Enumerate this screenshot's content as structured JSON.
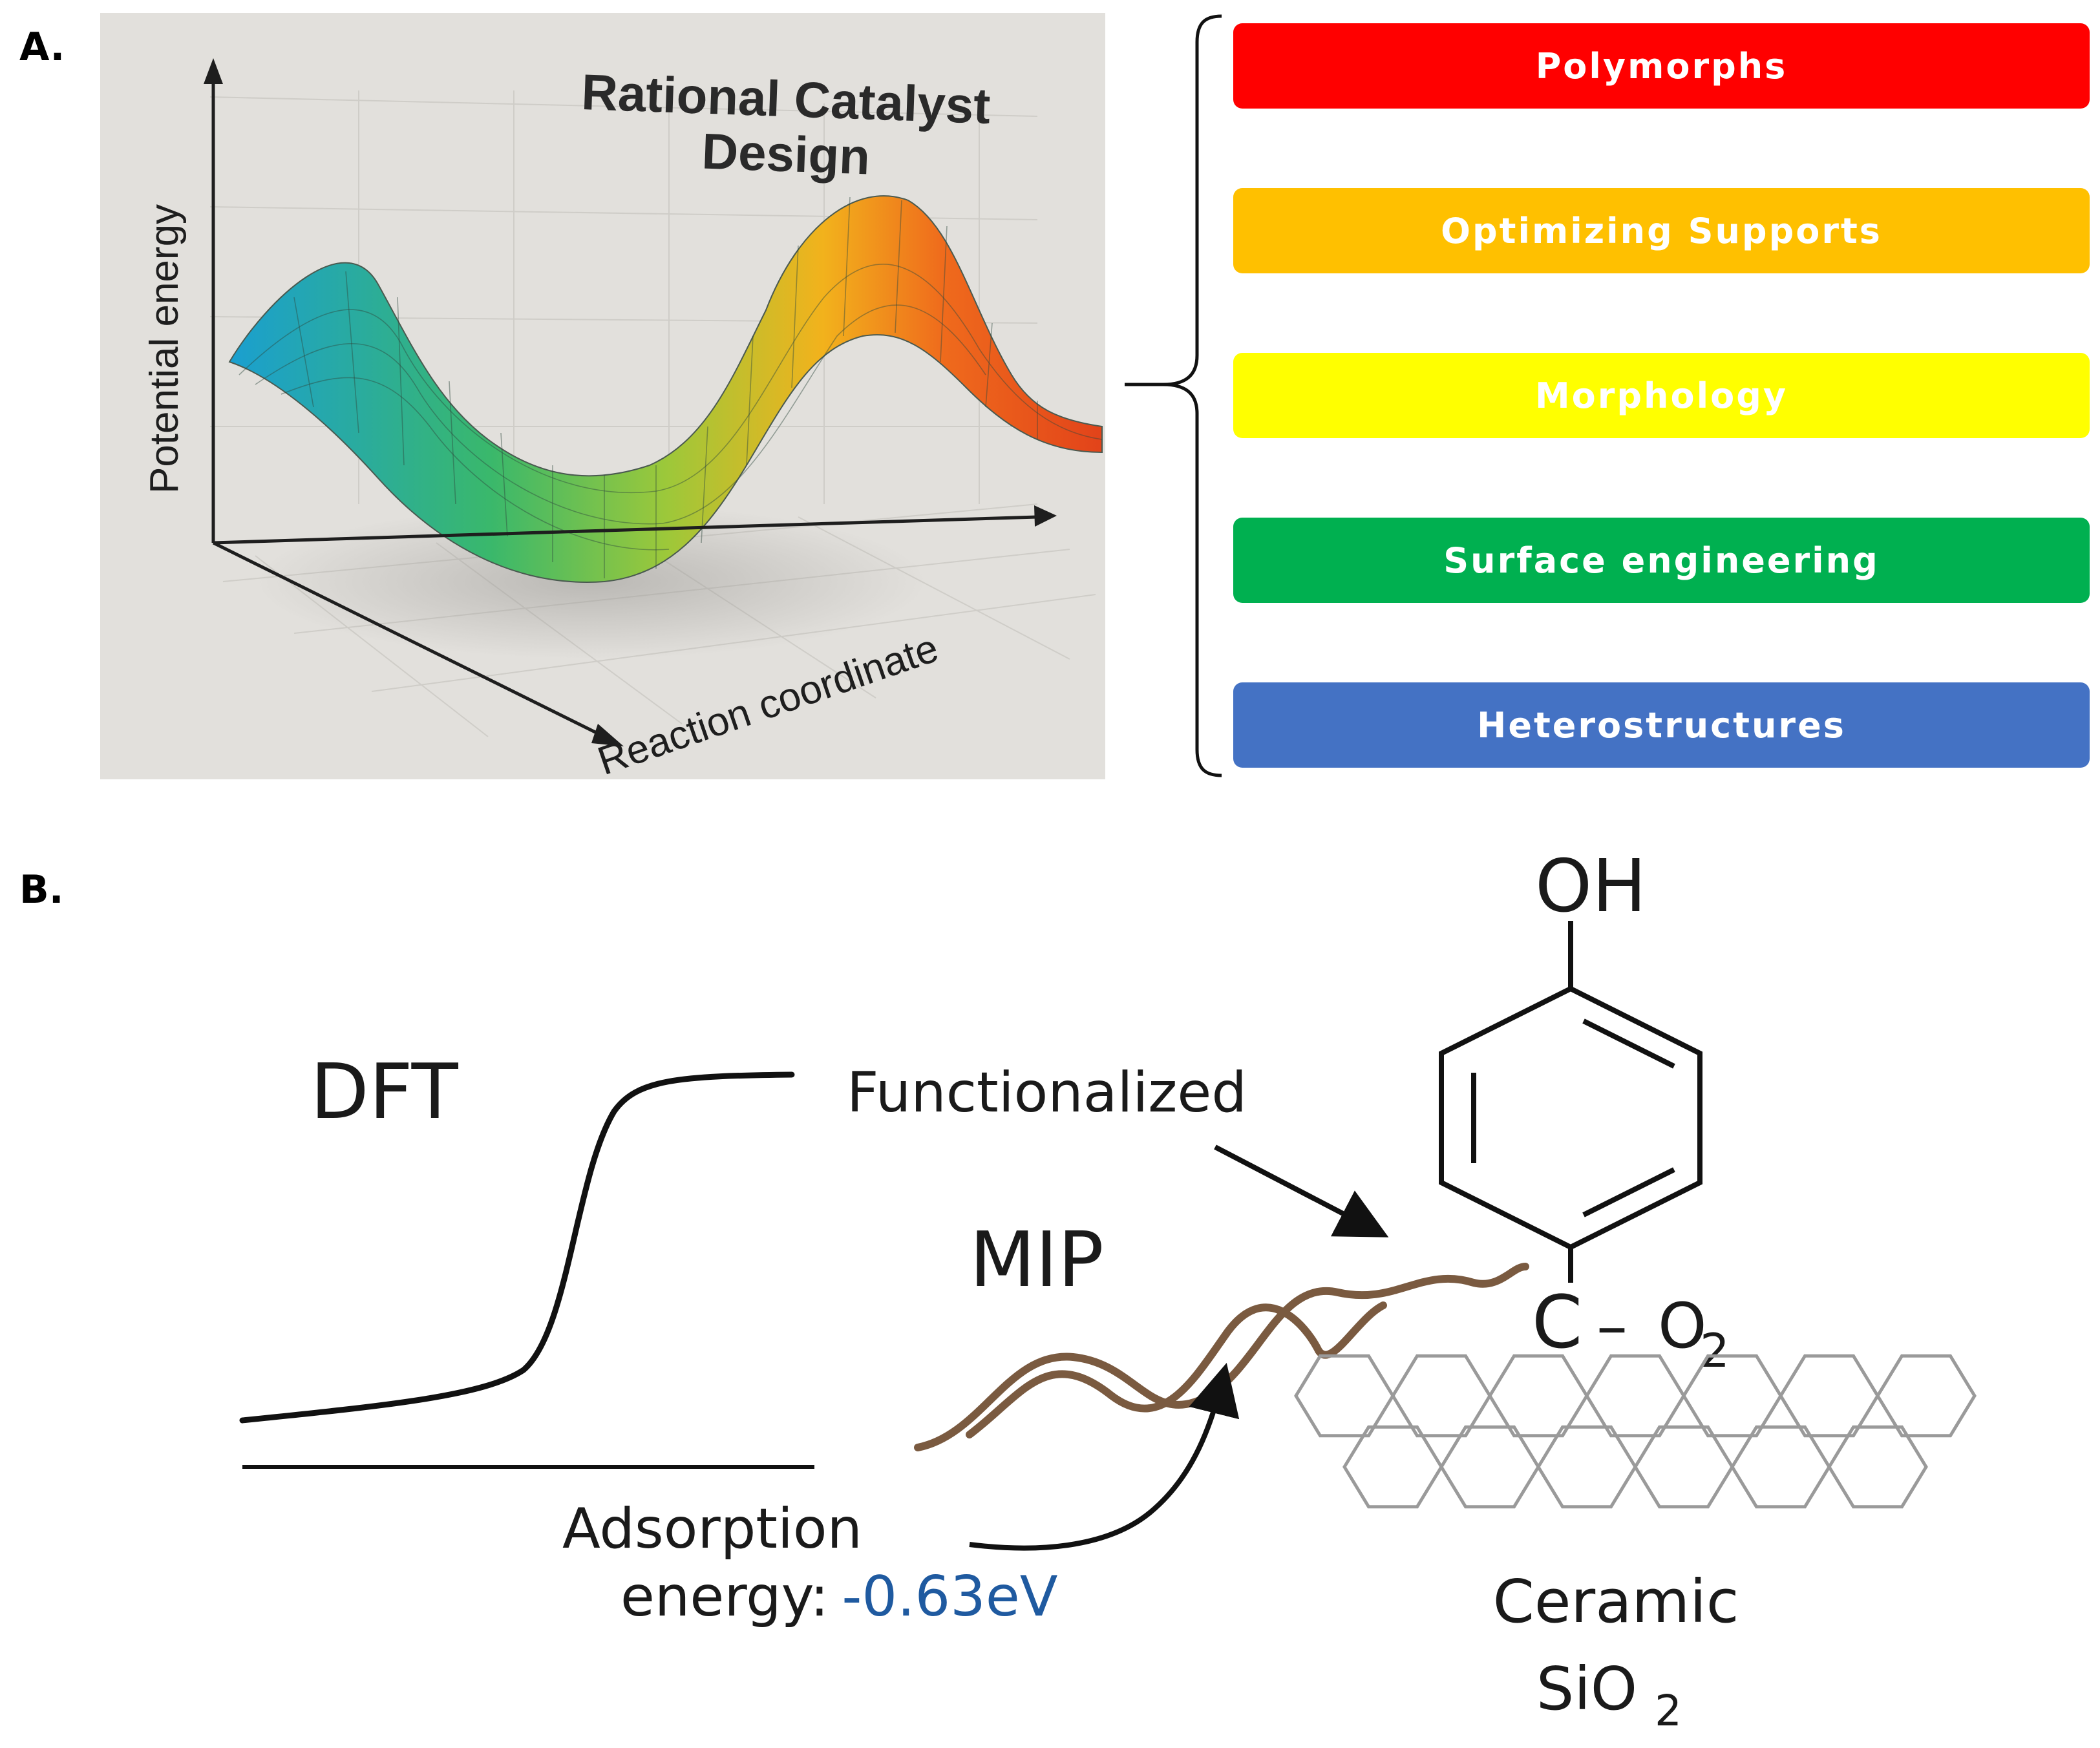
{
  "panel_a": {
    "label": "A.",
    "title_line1": "Rational Catalyst",
    "title_line2": "Design",
    "y_axis_label": "Potential energy",
    "x_axis_label": "Reaction coordinate",
    "surface_colors": [
      "#1a9fd0",
      "#3ab86b",
      "#9cc83a",
      "#f2b21c",
      "#ef6a1c",
      "#e2431a"
    ]
  },
  "categories": [
    {
      "label": "Polymorphs",
      "color": "#ff0000"
    },
    {
      "label": "Optimizing Supports",
      "color": "#ffc000"
    },
    {
      "label": "Morphology",
      "color": "#ffff00"
    },
    {
      "label": "Surface engineering",
      "color": "#00b050"
    },
    {
      "label": "Heterostructures",
      "color": "#4472c4"
    }
  ],
  "panel_b": {
    "label": "B.",
    "dft_label": "DFT",
    "mip_label": "MIP",
    "functionalized_label": "Functionalized",
    "oh_label": "OH",
    "c_label": "C",
    "dash": "–",
    "o2_label": "O",
    "o2_sub": "2",
    "adsorption_line1": "Adsorption",
    "adsorption_line2_prefix": "energy:",
    "adsorption_value": "-0.63eV",
    "ceramic_line1": "Ceramic",
    "sio2_main": "SiO",
    "sio2_sub": "2",
    "mip_color": "#7a5a40",
    "value_color": "#1f5aa0"
  }
}
